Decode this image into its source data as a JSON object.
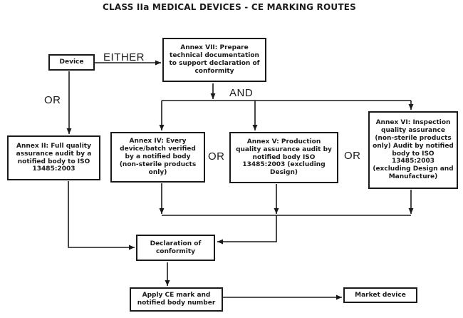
{
  "title": "CLASS IIa MEDICAL DEVICES - CE MARKING ROUTES",
  "nodes": {
    "device": {
      "label": "Device"
    },
    "annex_vii": {
      "label": "Annex VII: Prepare technical documentation to support declaration of conformity"
    },
    "annex_ii": {
      "label": "Annex II: Full quality assurance audit by a notified body to ISO 13485:2003"
    },
    "annex_iv": {
      "label": "Annex IV: Every device/batch verified by a notified body (non-sterile products only)"
    },
    "annex_v": {
      "label": "Annex V: Production quality assurance audit by notified body ISO 13485:2003 (excluding Design)"
    },
    "annex_vi": {
      "label": "Annex VI: Inspection quality assurance (non-sterile products only) Audit by notified body to ISO 13485:2003 (excluding Design and Manufacture)"
    },
    "declaration": {
      "label": "Declaration of conformity"
    },
    "apply_ce": {
      "label": "Apply CE mark and notified body number"
    },
    "market": {
      "label": "Market device"
    }
  },
  "connector_labels": {
    "either": "EITHER",
    "and": "AND",
    "or_left": "OR",
    "or_between_iv_v": "OR",
    "or_between_v_vi": "OR"
  },
  "colors": {
    "line": "#1a1a1a",
    "box_border": "#1a1a1a",
    "text": "#1a1a1a",
    "background": "#ffffff"
  }
}
